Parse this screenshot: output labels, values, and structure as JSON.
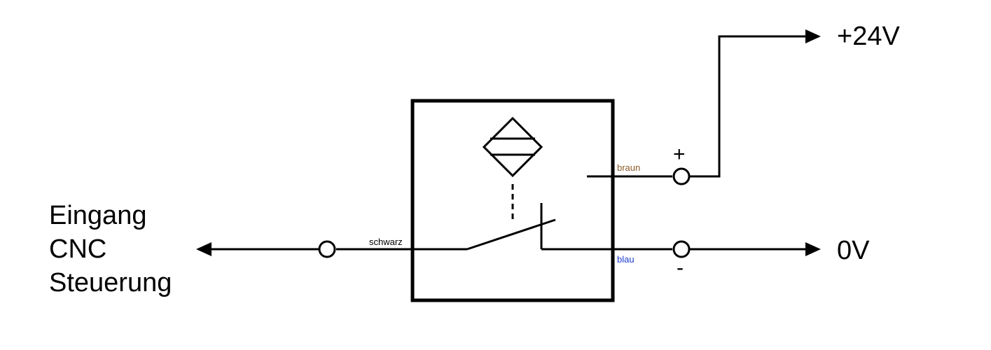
{
  "input_label": {
    "line1": "Eingang",
    "line2": "CNC",
    "line3": "Steuerung"
  },
  "supply_label": "+24V",
  "ground_label": "0V",
  "terminal_plus": "+",
  "terminal_minus": "-",
  "wires": {
    "brown": {
      "name": "braun",
      "color": "#8B5A2B"
    },
    "blue": {
      "name": "blau",
      "color": "#1F3FD1"
    },
    "black": {
      "name": "schwarz",
      "color": "#000000"
    }
  }
}
